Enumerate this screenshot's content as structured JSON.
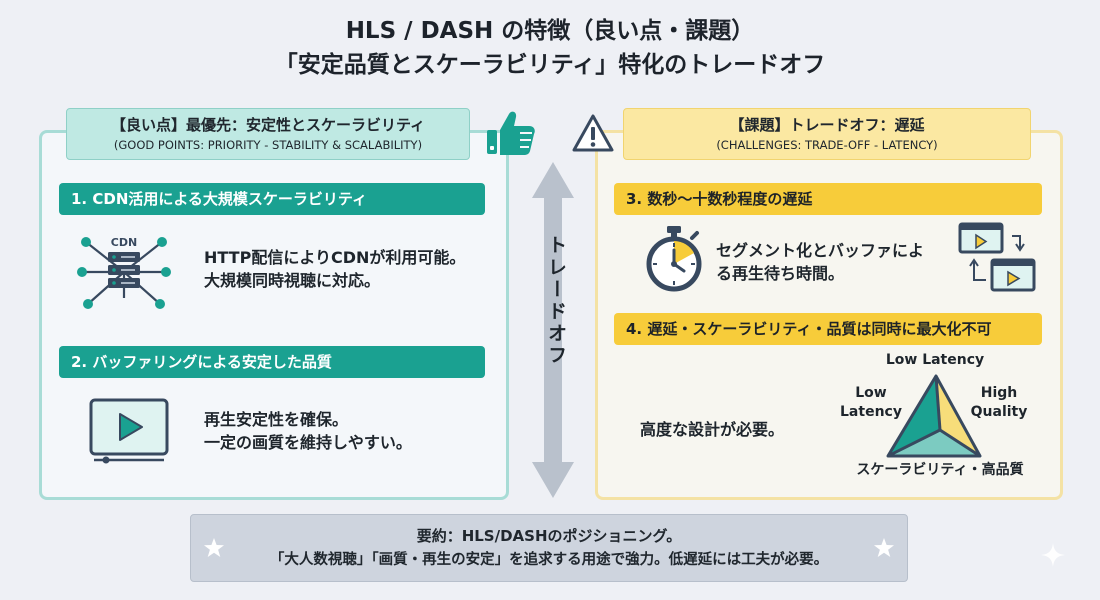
{
  "title": {
    "line1": "HLS / DASH の特徴（良い点・課題）",
    "line2": "「安定品質とスケーラビリティ」特化のトレードオフ"
  },
  "left": {
    "header_main": "【良い点】最優先：安定性とスケーラビリティ",
    "header_sub": "(GOOD POINTS: PRIORITY - STABILITY & SCALABILITY)",
    "thumb_icon": "thumbs-up-icon",
    "sections": [
      {
        "heading": "1. CDN活用による大規模スケーラビリティ",
        "icon": "cdn-network-icon",
        "icon_label": "CDN",
        "text_line1": "HTTP配信によりCDNが利用可能。",
        "text_line2": "大規模同時視聴に対応。"
      },
      {
        "heading": "2. バッファリングによる安定した品質",
        "icon": "video-player-icon",
        "text_line1": "再生安定性を確保。",
        "text_line2": "一定の画質を維持しやすい。"
      }
    ]
  },
  "middle": {
    "label": "トレードオフ",
    "icon": "double-arrow-icon"
  },
  "right": {
    "header_main": "【課題】トレードオフ：遅延",
    "header_sub": "(CHALLENGES: TRADE-OFF - LATENCY)",
    "warning_icon": "warning-icon",
    "sections": [
      {
        "heading": "3. 数秒〜十数秒程度の遅延",
        "icon": "stopwatch-icon",
        "text_line1": "セグメント化とバッファによ",
        "text_line2": "る再生待ち時間。",
        "side_icon": "video-segments-icon"
      },
      {
        "heading": "4. 遅延・スケーラビリティ・品質は同時に最大化不可",
        "text": "高度な設計が必要。",
        "triangle": {
          "top": "Low Latency",
          "left_line1": "Low",
          "left_line2": "Latency",
          "right_line1": "High",
          "right_line2": "Quality",
          "bottom": "スケーラビリティ・高品質"
        }
      }
    ]
  },
  "footer": {
    "line1": "要約：HLS/DASHのポジショニング。",
    "line2": "「大人数視聴」「画質・再生の安定」を追求する用途で強力。低遅延には工夫が必要。",
    "icon": "star-icon"
  },
  "colors": {
    "teal": "#1aa191",
    "teal_light": "#bfe9e3",
    "yellow": "#f7cc3a",
    "yellow_light": "#fbe8a2",
    "navy": "#38495f",
    "background": "#eef0f5"
  }
}
